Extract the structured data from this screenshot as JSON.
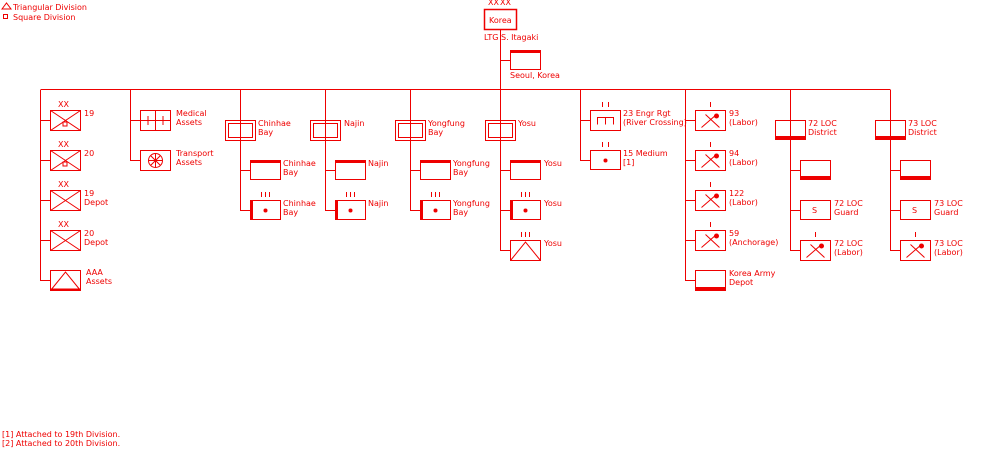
{
  "legend": {
    "triangular": "Triangular Division",
    "square": "Square Division"
  },
  "hq": {
    "name": "Korea",
    "commander": "LTG  S. Itagaki",
    "hq_location": "Seoul,  Korea",
    "size": "XXXX"
  },
  "units": {
    "div19": "19",
    "div20": "20",
    "depot19": [
      "19",
      "Depot"
    ],
    "depot20": [
      "20",
      "Depot"
    ],
    "aaa": [
      "AAA",
      "Assets"
    ],
    "medical": [
      "Medical",
      "Assets"
    ],
    "transport": [
      "Transport",
      "Assets"
    ],
    "chinhae_fort": [
      "Chinhae",
      "Bay"
    ],
    "chinhae_hq": [
      "Chinhae",
      "Bay"
    ],
    "chinhae_art": [
      "Chinhae",
      "Bay"
    ],
    "najin_fort": "Najin",
    "najin_hq": "Najin",
    "najin_art": "Najin",
    "yongfung_fort": [
      "Yongfung",
      "Bay"
    ],
    "yongfung_hq": [
      "Yongfung",
      "Bay"
    ],
    "yongfung_art": [
      "Yongfung",
      "Bay"
    ],
    "yosu_fort": "Yosu",
    "yosu_hq": "Yosu",
    "yosu_art": "Yosu",
    "yosu_aaa": "Yosu",
    "engr": [
      "23 Engr Rgt",
      "(River Crossing)"
    ],
    "medium": [
      "15 Medium",
      "[1]"
    ],
    "labor93": [
      "93",
      "(Labor)"
    ],
    "labor94": [
      "94",
      "(Labor)"
    ],
    "labor122": [
      "122",
      "(Labor)"
    ],
    "anch59": [
      "59",
      "(Anchorage)"
    ],
    "army_depot": [
      "Korea Army",
      "Depot"
    ],
    "loc72": [
      "72 LOC",
      "District"
    ],
    "loc72_guard": [
      "72 LOC",
      "Guard"
    ],
    "loc72_labor": [
      "72 LOC",
      "(Labor)"
    ],
    "loc73": [
      "73 LOC",
      "District"
    ],
    "loc73_guard": [
      "73 LOC",
      "Guard"
    ],
    "loc73_labor": [
      "73 LOC",
      "(Labor)"
    ]
  },
  "footnotes": [
    "[1] Attached to 19th Division.",
    "[2] Attached to 20th Division."
  ],
  "colors": {
    "unit_red": "#ee0000",
    "background": "#ffffff"
  },
  "symbols": {
    "size_division": "XX",
    "size_regiment": "III",
    "size_battalion": "II",
    "guard": "S"
  }
}
